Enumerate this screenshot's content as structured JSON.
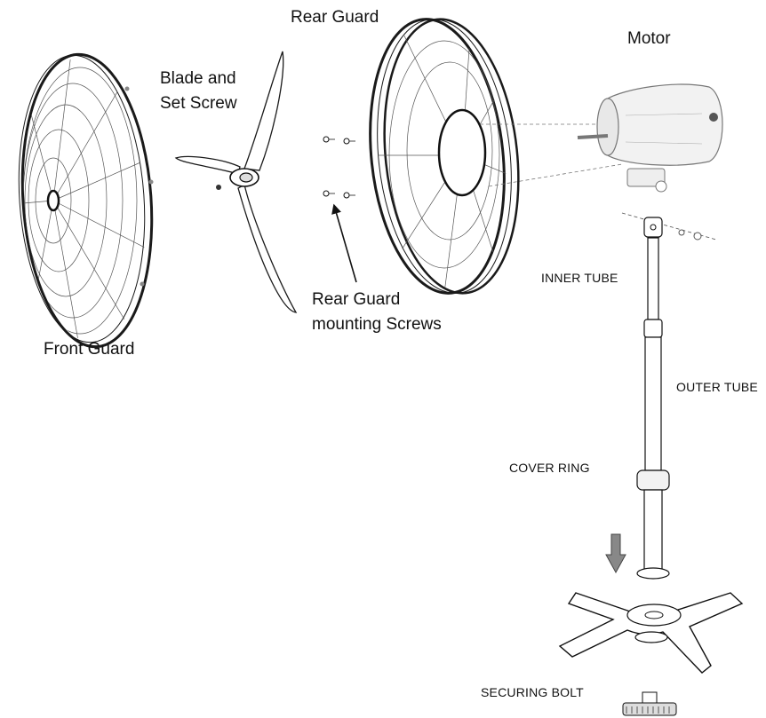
{
  "labels": {
    "rear_guard": "Rear Guard",
    "motor": "Motor",
    "blade_line1": "Blade and",
    "blade_line2": "Set Screw",
    "front_guard": "Front Guard",
    "rear_screws_line1": "Rear Guard",
    "rear_screws_line2": "mounting Screws",
    "inner_tube": "INNER TUBE",
    "outer_tube": "OUTER TUBE",
    "cover_ring": "COVER RING",
    "securing_bolt": "SECURING BOLT"
  }
}
